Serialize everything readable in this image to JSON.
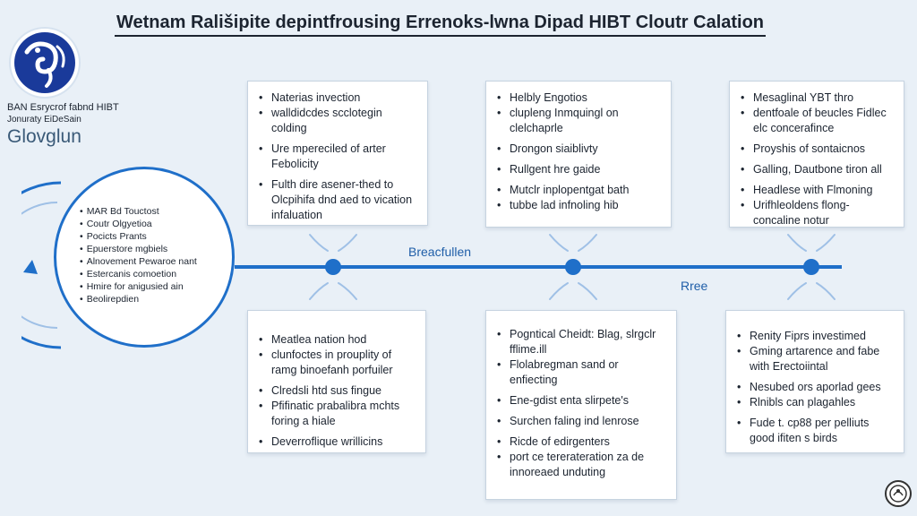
{
  "title": "Wetnam Rališipite depintfrousing Errenoks-lwna Dipad HIBT Cloutr Calation",
  "org": {
    "line1": "BAN Esrycrof fabnd HIBT",
    "line2": "Jonuraty EiDeSain",
    "line3": "Glovglun"
  },
  "circle_items": [
    "MAR Bd Touctost",
    "Coutr Olgyetioa",
    "Pocicts Prants",
    "Epuerstore mgbiels",
    "Alnovement Pewaroe nant",
    "Estercanis comoetion",
    "Hmire for anigusied ain",
    "Beolirepdien"
  ],
  "timeline_labels": {
    "center": "Breacfullen",
    "right": "Rree"
  },
  "cards": {
    "top1": [
      "Naterias invection",
      "walldidcdes scclotegin colding",
      "Ure mpereciled of arter Febolicity",
      "Fulth dire asener-thed to Olcpihifa dnd aed to vication infaluation"
    ],
    "top2": [
      "Helbly Engotios",
      "clupleng Inmquingl on clelchaprle",
      "Drongon siaiblivty",
      "Rullgent hre gaide",
      "Mutclr inplopentgat bath",
      "tubbe lad infnoling hib"
    ],
    "top3": [
      "Mesaglinal YBT thro",
      "dentfoale of beucles Fidlec elc concerafince",
      "Proyshis of sontaicnos",
      "Galling, Dautbone tiron all",
      "Headlese with Flmoning",
      "Urifhleoldens flong- concaline notur"
    ],
    "bot1": [
      "Meatlea nation hod",
      "clunfoctes in prouplity of ramg binoefanh porfuiler",
      "Clredsli htd sus fingue",
      "Pfifinatic prabalibra mchts foring a hiale",
      "Deverroflique wrillicins"
    ],
    "bot2": [
      "Pogntical Cheidt: Blag, slrgclr fflime.ill",
      "Flolabregman sand or enfiecting",
      "Ene-gdist enta slirpete's",
      "Surchen faling ind lenrose",
      "Ricde of edirgenters",
      "port ce tererateration za de innoreaed unduting"
    ],
    "bot3": [
      "Renity Fiprs investimed",
      "Gming artarence and fabe with Erectoiintal",
      "Nesubed ors aporlad gees",
      "Rlnibls can plagahles",
      "Fude t. cp88 per pelliuts good ifiten s birds"
    ]
  },
  "colors": {
    "accent": "#1f6fc9",
    "background": "#e9f0f7",
    "card_border": "#c6d3e0"
  }
}
